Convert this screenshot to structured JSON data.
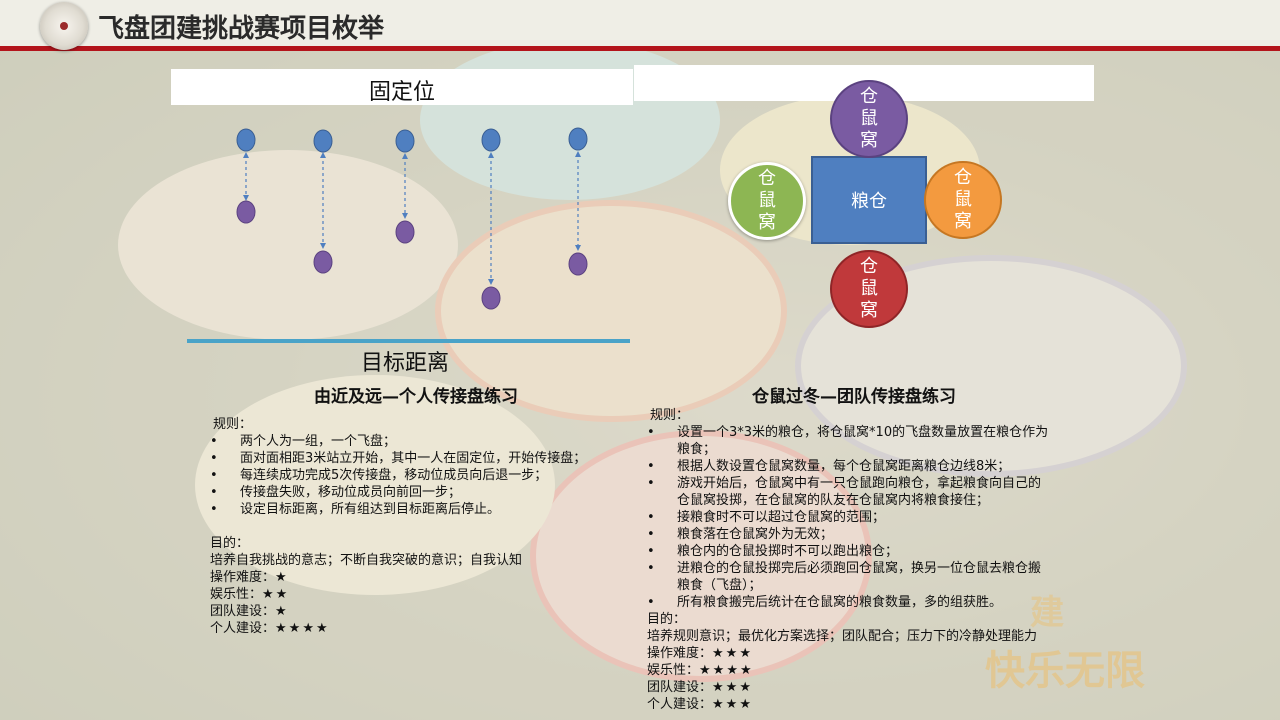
{
  "header": {
    "title": "飞盘团建挑战赛项目枚举"
  },
  "diagram_left": {
    "top_label": "固定位",
    "bottom_label": "目标距离"
  },
  "left": {
    "title": "由近及远—个人传接盘练习",
    "rules_heading": "规则：",
    "rules": [
      "两个人为一组，一个飞盘；",
      "面对面相距3米站立开始，其中一人在固定位，开始传接盘；",
      "每连续成功完成5次传接盘，移动位成员向后退一步；",
      "传接盘失败，移动位成员向前回一步；",
      "设定目标距离，所有组达到目标距离后停止。"
    ],
    "purpose_heading": "目的：",
    "purpose": "培养自我挑战的意志；不断自我突破的意识；自我认知",
    "ratings": [
      {
        "label": "操作难度：",
        "stars": "★"
      },
      {
        "label": "娱乐性：",
        "stars": "★★"
      },
      {
        "label": "团队建设：",
        "stars": "★"
      },
      {
        "label": "个人建设：",
        "stars": "★★★★"
      }
    ]
  },
  "diagram_right": {
    "center_label": "粮仓",
    "top_circle": [
      "仓",
      "鼠",
      "窝"
    ],
    "left_circle": [
      "仓",
      "鼠",
      "窝"
    ],
    "right_circle": [
      "仓",
      "鼠",
      "窝"
    ],
    "bottom_circle": [
      "仓",
      "鼠",
      "窝"
    ]
  },
  "right": {
    "title": "仓鼠过冬—团队传接盘练习",
    "rules_heading": "规则：",
    "rules": [
      [
        "设置一个3*3米的粮仓，将仓鼠窝*10的飞盘数量放置在粮仓作为",
        "粮食；"
      ],
      [
        "根据人数设置仓鼠窝数量，每个仓鼠窝距离粮仓边线8米；"
      ],
      [
        "游戏开始后，仓鼠窝中有一只仓鼠跑向粮仓，拿起粮食向自己的",
        "仓鼠窝投掷，在仓鼠窝的队友在仓鼠窝内将粮食接住；"
      ],
      [
        "接粮食时不可以超过仓鼠窝的范围；"
      ],
      [
        "粮食落在仓鼠窝外为无效；"
      ],
      [
        "粮仓内的仓鼠投掷时不可以跑出粮仓；"
      ],
      [
        "进粮仓的仓鼠投掷完后必须跑回仓鼠窝，换另一位仓鼠去粮仓搬",
        "粮食（飞盘）；"
      ],
      [
        "所有粮食搬完后统计在仓鼠窝的粮食数量，多的组获胜。"
      ]
    ],
    "purpose_heading": "目的：",
    "purpose": "培养规则意识；最优化方案选择；团队配合；压力下的冷静处理能力",
    "ratings": [
      {
        "label": "操作难度：",
        "stars": "★★★"
      },
      {
        "label": "娱乐性：",
        "stars": "★★★★"
      },
      {
        "label": "团队建设：",
        "stars": "★★★"
      },
      {
        "label": "个人建设：",
        "stars": "★★★"
      }
    ]
  },
  "watermark": {
    "line1": "建",
    "line2": "快乐无限"
  },
  "colors": {
    "accent_red": "#b3141b",
    "blue_dot": "#4f7fc0",
    "purple_dot": "#7a5ba2",
    "line_blue": "#4aa3c8",
    "green": "#8db653",
    "orange": "#f39a3f",
    "red": "#c0393b"
  }
}
